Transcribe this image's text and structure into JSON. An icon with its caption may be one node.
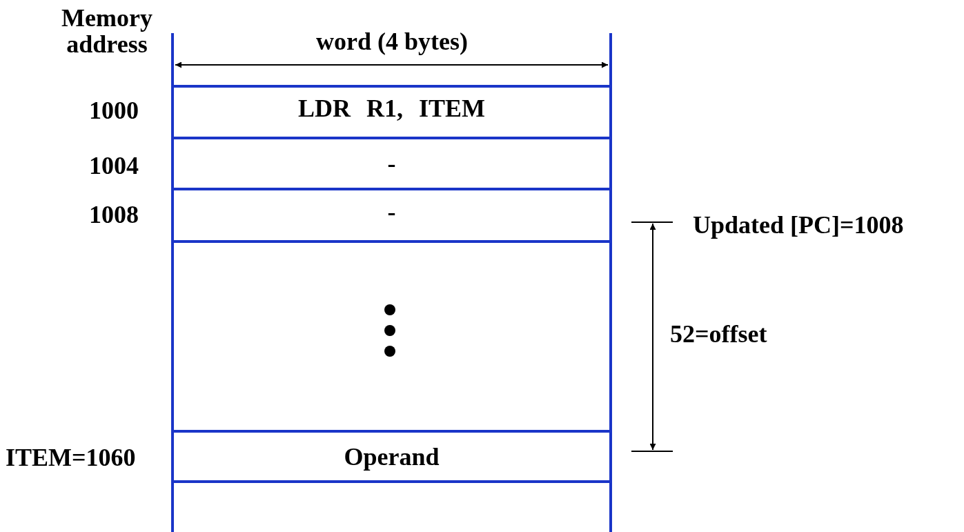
{
  "diagram": {
    "nodes": [
      {
        "text": [
          "LDR R1, ITEM"
        ]
      },
      {
        "text": [
          "-"
        ]
      },
      {
        "text": [
          "-"
        ]
      },
      {
        "text": [],
        "shape": "box"
      },
      {
        "text": [
          "Operand"
        ]
      },
      {
        "text": [],
        "shape": "box"
      }
    ],
    "labels": [
      "Memory address",
      "word (4 bytes)",
      "1000",
      "1004",
      "1008",
      "Updated [PC]=1008",
      "52=offset",
      "ITEM=1060"
    ]
  }
}
